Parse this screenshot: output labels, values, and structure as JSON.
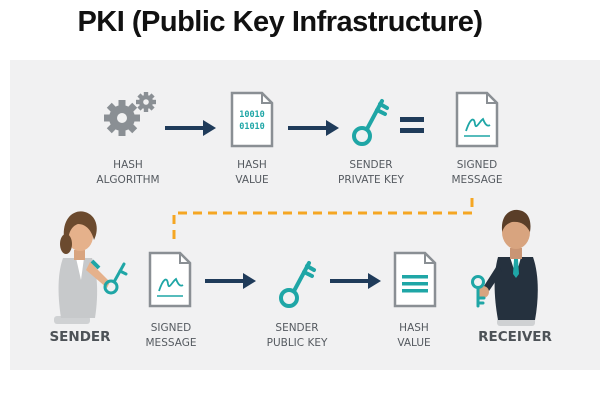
{
  "title": "PKI (Public Key Infrastructure)",
  "steps_top": [
    {
      "line1": "HASH",
      "line2": "ALGORITHM"
    },
    {
      "line1": "HASH",
      "line2": "VALUE"
    },
    {
      "line1": "SENDER",
      "line2": "PRIVATE KEY"
    },
    {
      "line1": "SIGNED",
      "line2": "MESSAGE"
    }
  ],
  "steps_bottom": [
    {
      "line1": "SIGNED",
      "line2": "MESSAGE"
    },
    {
      "line1": "SENDER",
      "line2": "PUBLIC KEY"
    },
    {
      "line1": "HASH",
      "line2": "VALUE"
    }
  ],
  "actors": {
    "sender": "SENDER",
    "receiver": "RECEIVER"
  },
  "hash_bits": {
    "row1": "10010",
    "row2": "01010"
  },
  "colors": {
    "teal": "#1fa6a6",
    "navy": "#1f3b5a",
    "gray": "#8a8f94",
    "orange": "#f5a623"
  }
}
